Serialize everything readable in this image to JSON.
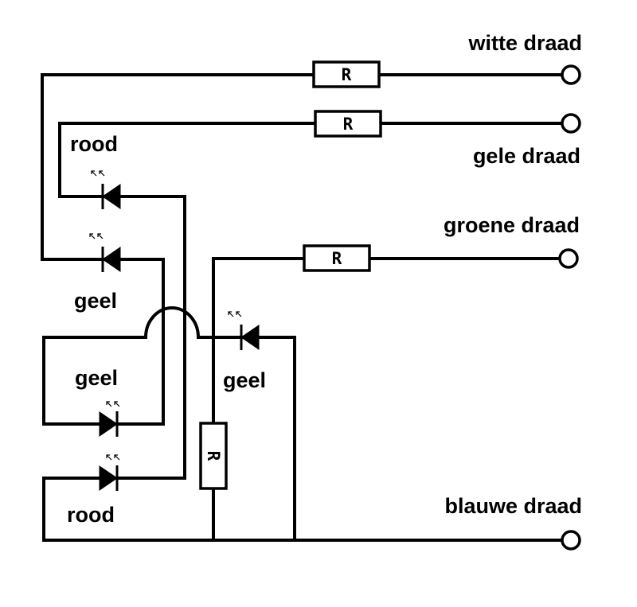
{
  "wires": {
    "white": "witte draad",
    "yellow": "gele draad",
    "green": "groene draad",
    "blue": "blauwe draad"
  },
  "leds": {
    "top_red": "rood",
    "upper_yellow": "geel",
    "lower_yellow": "geel",
    "middle_yellow": "geel",
    "bottom_red": "rood"
  },
  "resistor_label": "R"
}
